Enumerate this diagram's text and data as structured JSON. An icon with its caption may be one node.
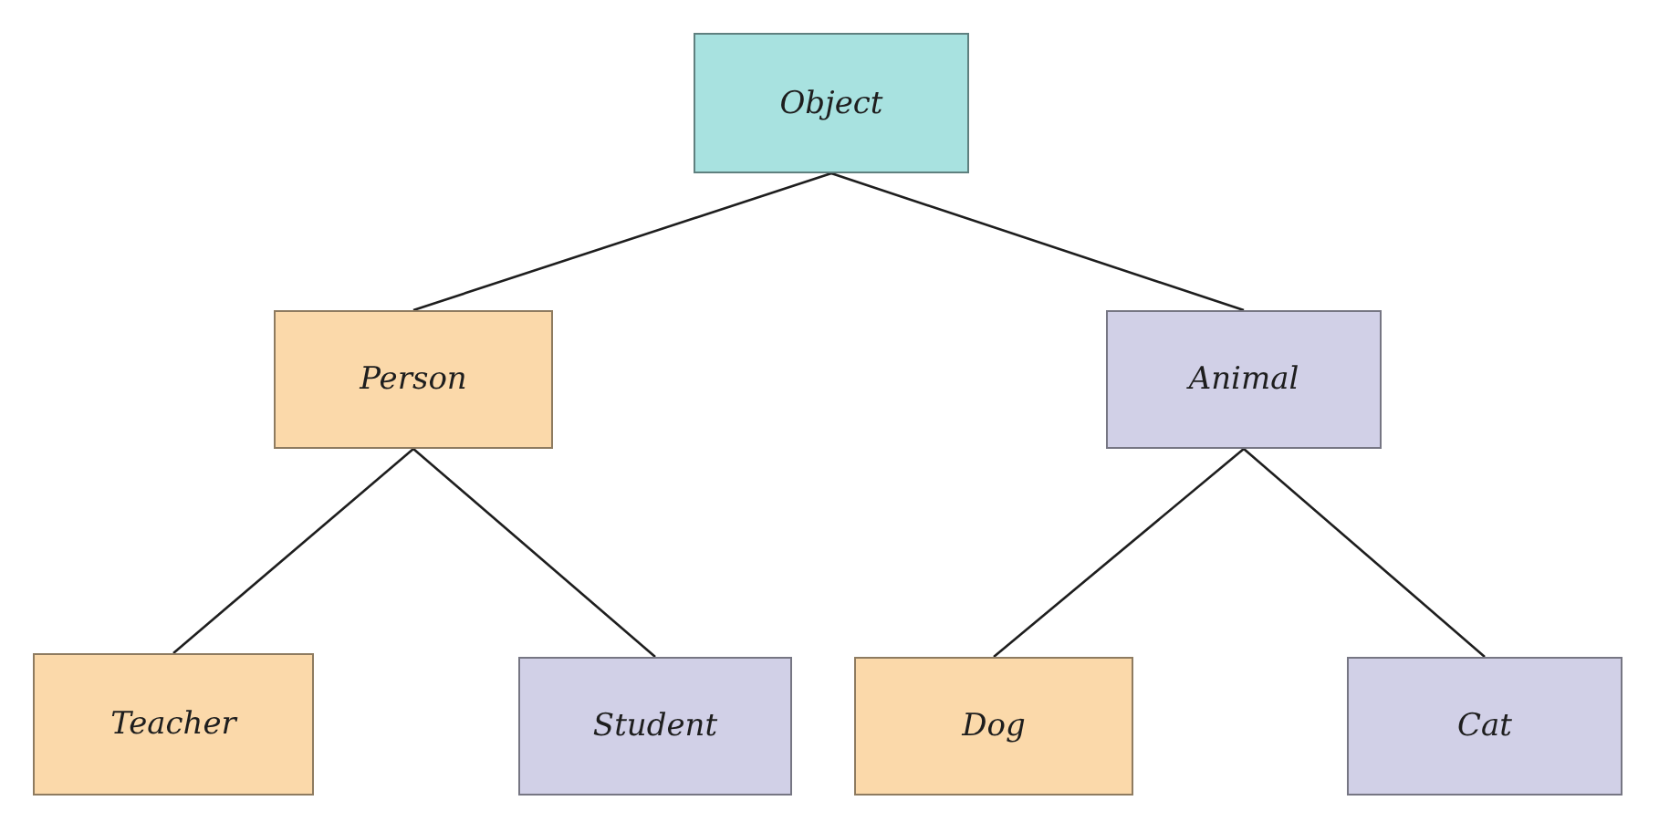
{
  "diagram": {
    "nodes": [
      {
        "text": [
          "Object"
        ]
      },
      {
        "text": [
          "Person"
        ]
      },
      {
        "text": [
          "Animal"
        ]
      },
      {
        "text": [
          "Teacher"
        ]
      },
      {
        "text": [
          "Student"
        ]
      },
      {
        "text": [
          "Dog"
        ]
      },
      {
        "text": [
          "Cat"
        ]
      }
    ],
    "edges": [
      {
        "from": 0,
        "to": 1,
        "arrow": "none"
      },
      {
        "from": 0,
        "to": 2,
        "arrow": "none"
      },
      {
        "from": 1,
        "to": 3,
        "arrow": "none"
      },
      {
        "from": 1,
        "to": 4,
        "arrow": "none"
      },
      {
        "from": 2,
        "to": 5,
        "arrow": "none"
      },
      {
        "from": 2,
        "to": 6,
        "arrow": "none"
      }
    ]
  }
}
